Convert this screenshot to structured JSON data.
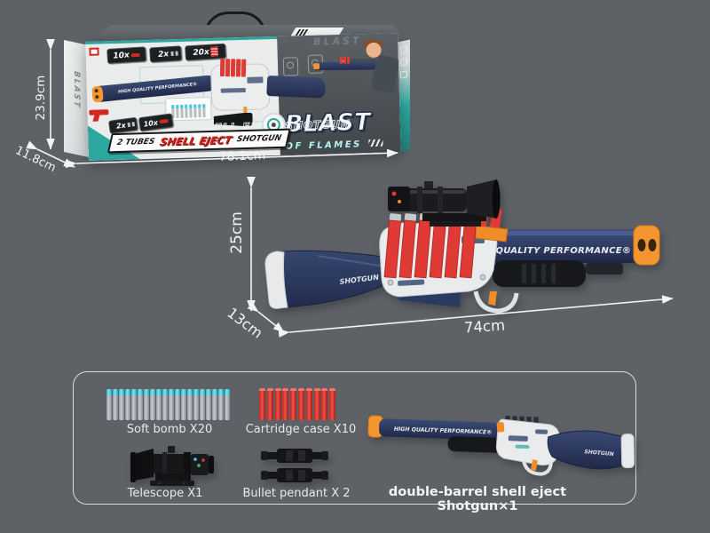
{
  "scene": {
    "background": "#5e6266",
    "panel_border": "#d8dadb"
  },
  "box": {
    "side_text": "BLAST",
    "badges_top": [
      "10x",
      "2x",
      "20x"
    ],
    "badges_bottom": [
      "2x",
      "10x"
    ],
    "banner": {
      "part1": "2 TUBES",
      "part2": "SHELL EJECT",
      "part3": "SHOTGUN"
    },
    "ghost_text": "SHELL EJECT SHOTGUN",
    "ghost_blast": "BLAST",
    "logo": {
      "line1": "BLAST",
      "line2": "OF FLAMES"
    },
    "barrel_text": "HIGH QUALITY PERFORMANCE®",
    "dimensions": {
      "height": "23.9cm",
      "depth": "11.8cm",
      "width": "78.1cm"
    }
  },
  "gun": {
    "barrel_text": "HIGH QUALITY PERFORMANCE®",
    "stock_text": "SHOTGUN",
    "dimensions": {
      "height": "25cm",
      "depth": "13cm",
      "length": "74cm"
    }
  },
  "parts_panel": {
    "items": [
      {
        "id": "soft-bomb",
        "label": "Soft bomb X20",
        "count": 20
      },
      {
        "id": "cartridge-case",
        "label": "Cartridge case X10",
        "count": 10
      },
      {
        "id": "telescope",
        "label": "Telescope X1",
        "count": 1
      },
      {
        "id": "bullet-pendant",
        "label": "Bullet pendant X 2",
        "count": 2
      },
      {
        "id": "shotgun",
        "label": "double-barrel shell eject Shotgun×1",
        "count": 1
      }
    ]
  },
  "colors": {
    "teal": "#2ba79f",
    "navy": "#2c3b60",
    "orange": "#f5952f",
    "red": "#df3a33",
    "cyan_tip": "#3ecede"
  }
}
